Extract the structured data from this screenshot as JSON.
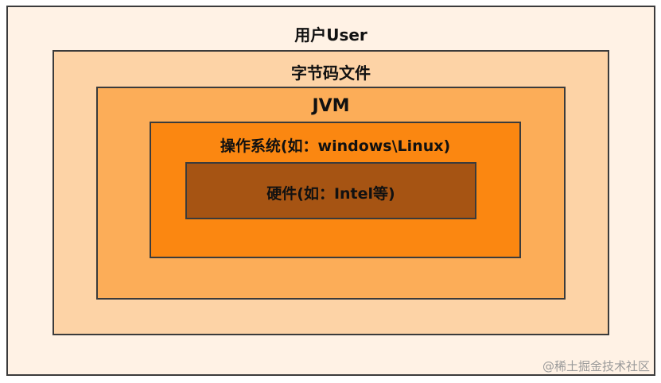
{
  "layers": {
    "user": "用户User",
    "bytecode": "字节码文件",
    "jvm": "JVM",
    "os": "操作系统(如：windows\\Linux)",
    "hardware": "硬件(如：Intel等)"
  },
  "watermark": "@稀土掘金技术社区",
  "colors": {
    "user": "#fff2e5",
    "bytecode": "#fdd3a6",
    "jvm": "#fcad58",
    "os": "#fb8711",
    "hardware": "#a65413",
    "border": "#3b3b3b"
  }
}
